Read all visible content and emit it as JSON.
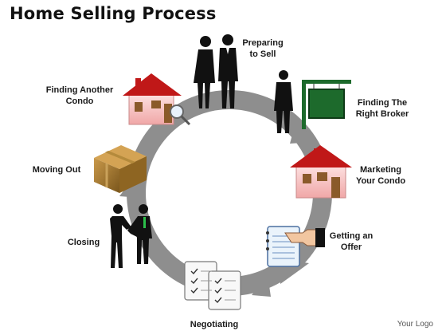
{
  "title": "Home Selling Process",
  "steps": {
    "preparing": "Preparing\nto Sell",
    "broker": "Finding The\nRight Broker",
    "marketing": "Marketing\nYour Condo",
    "offer": "Getting an\nOffer",
    "negotiating": "Negotiating",
    "closing": "Closing",
    "moving": "Moving Out",
    "finding_condo": "Finding Another\nCondo"
  },
  "logo": "Your Logo",
  "colors": {
    "ring": "#8e8e8e",
    "roof": "#c01818",
    "house_wall": "#f7c8c8",
    "sign": "#1d6a2c",
    "box": "#a57a2e"
  }
}
